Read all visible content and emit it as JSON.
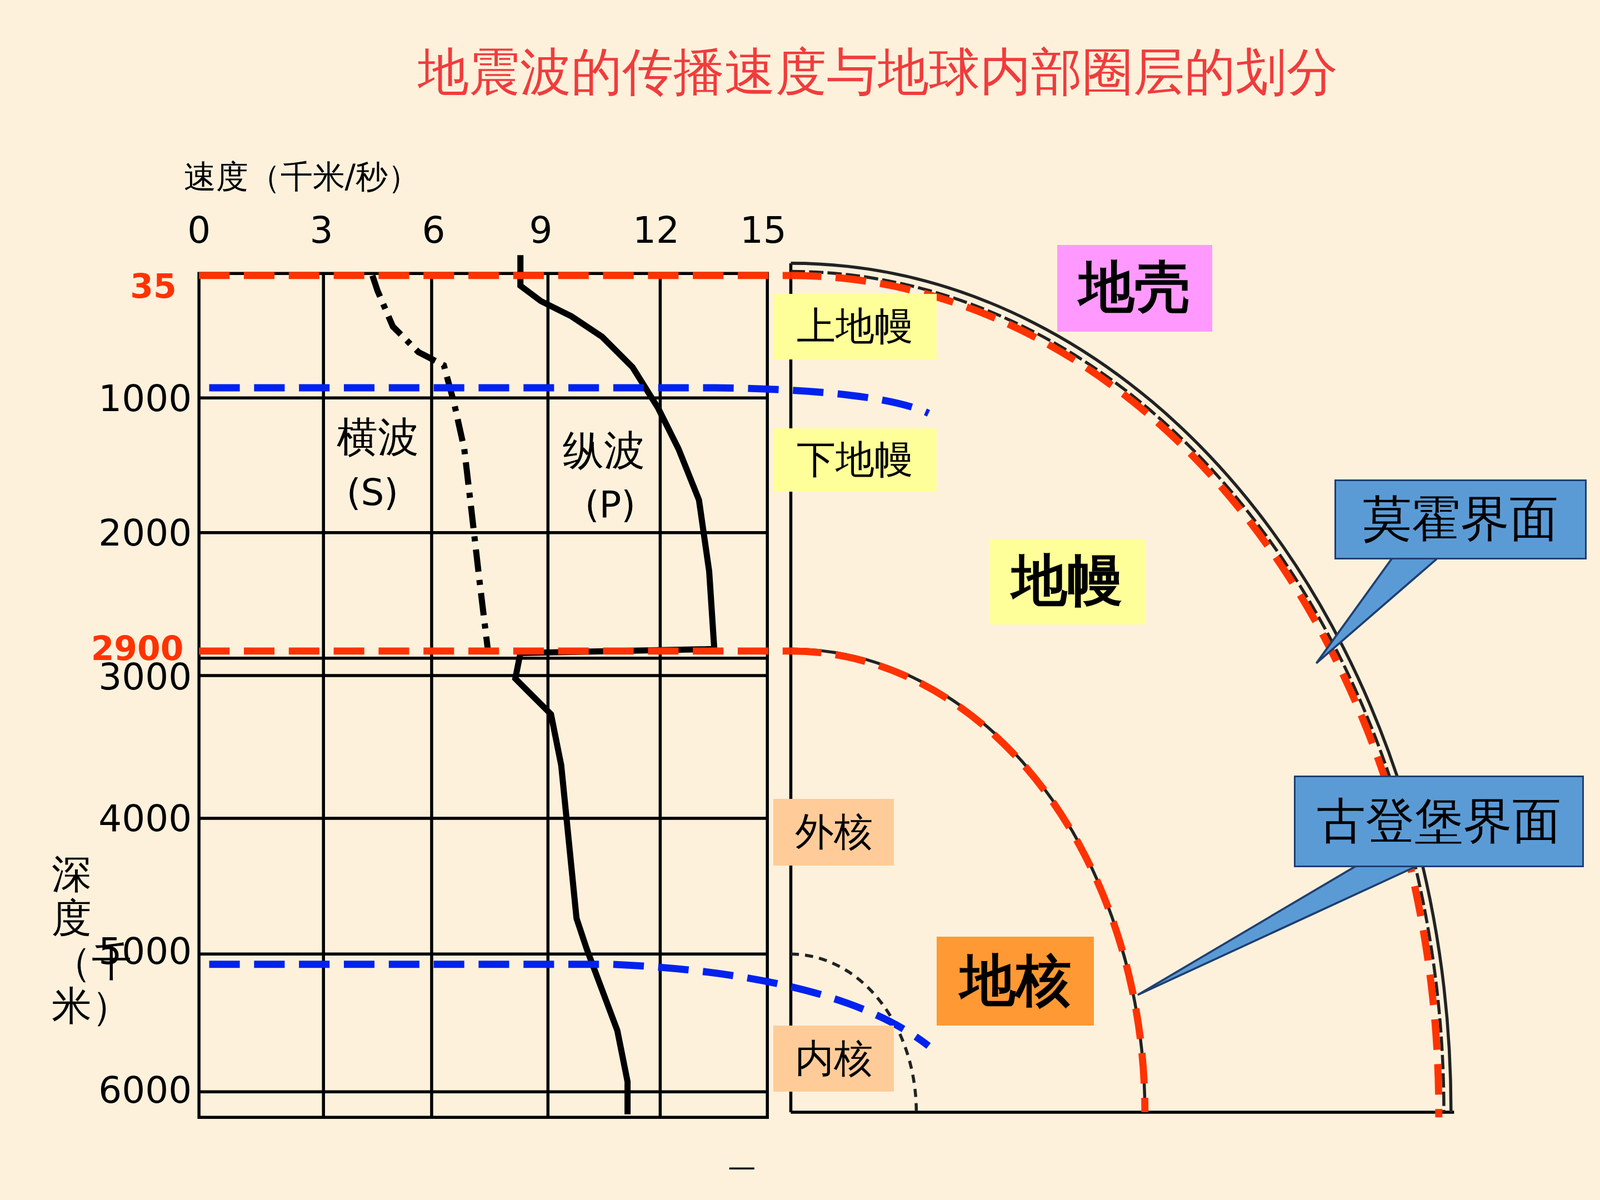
{
  "diagram": {
    "title": "地震波的传播速度与地球内部圈层的划分",
    "nodes": [
      {
        "text": [
          "地壳"
        ]
      },
      {
        "text": [
          "上地幔"
        ]
      },
      {
        "text": [
          "下地幔"
        ]
      },
      {
        "text": [
          "地幔"
        ]
      },
      {
        "text": [
          "莫霍界面"
        ]
      },
      {
        "text": [
          "外核"
        ]
      },
      {
        "text": [
          "古登堡界面"
        ]
      },
      {
        "text": [
          "地核"
        ]
      },
      {
        "text": [
          "内核"
        ]
      }
    ],
    "labels": [
      "速度（千米/秒）",
      "0",
      "3",
      "6",
      "9",
      "12",
      "15",
      "35",
      "1000",
      "2000",
      "2900",
      "3000",
      "4000",
      "5000",
      "6000",
      "横波",
      "(S)",
      "纵波",
      "(P)",
      "深度（千米）",
      "—"
    ]
  }
}
